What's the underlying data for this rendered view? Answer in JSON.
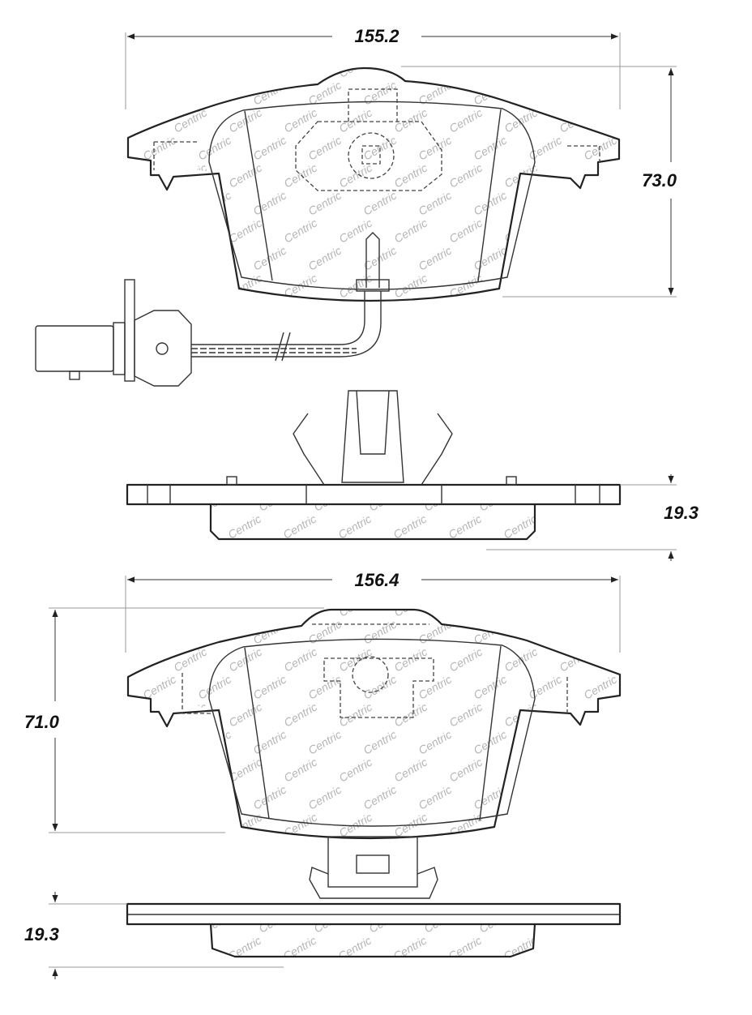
{
  "watermark": "Centric",
  "dimensions": {
    "top_pad_width": "155.2",
    "top_pad_height": "73.0",
    "top_pad_thickness": "19.3",
    "bottom_pad_width": "156.4",
    "bottom_pad_height": "71.0",
    "bottom_pad_thickness": "19.3"
  }
}
